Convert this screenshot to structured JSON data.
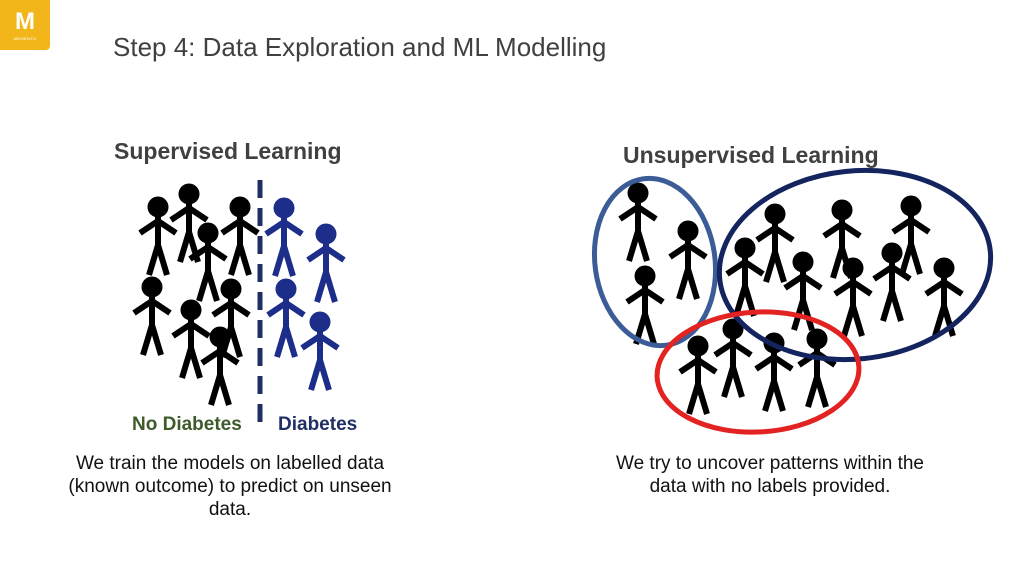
{
  "logo": {
    "letter": "M",
    "wordmark": "MEMENTO"
  },
  "slide_title": "Step 4: Data Exploration and ML Modelling",
  "supervised": {
    "heading": "Supervised Learning",
    "class_left": "No Diabetes",
    "class_right": "Diabetes",
    "description": "We train the models on labelled data (known outcome) to predict on unseen data."
  },
  "unsupervised": {
    "heading": "Unsupervised Learning",
    "description": "We try to uncover patterns within the data with no labels provided."
  },
  "colors": {
    "logo_bg": "#f2b61b",
    "person_black": "#000000",
    "person_blue": "#1c2e8a",
    "cluster_blue": "#3b5c96",
    "cluster_navy": "#13245e",
    "cluster_red": "#e32222",
    "divider": "#1f2f63"
  }
}
